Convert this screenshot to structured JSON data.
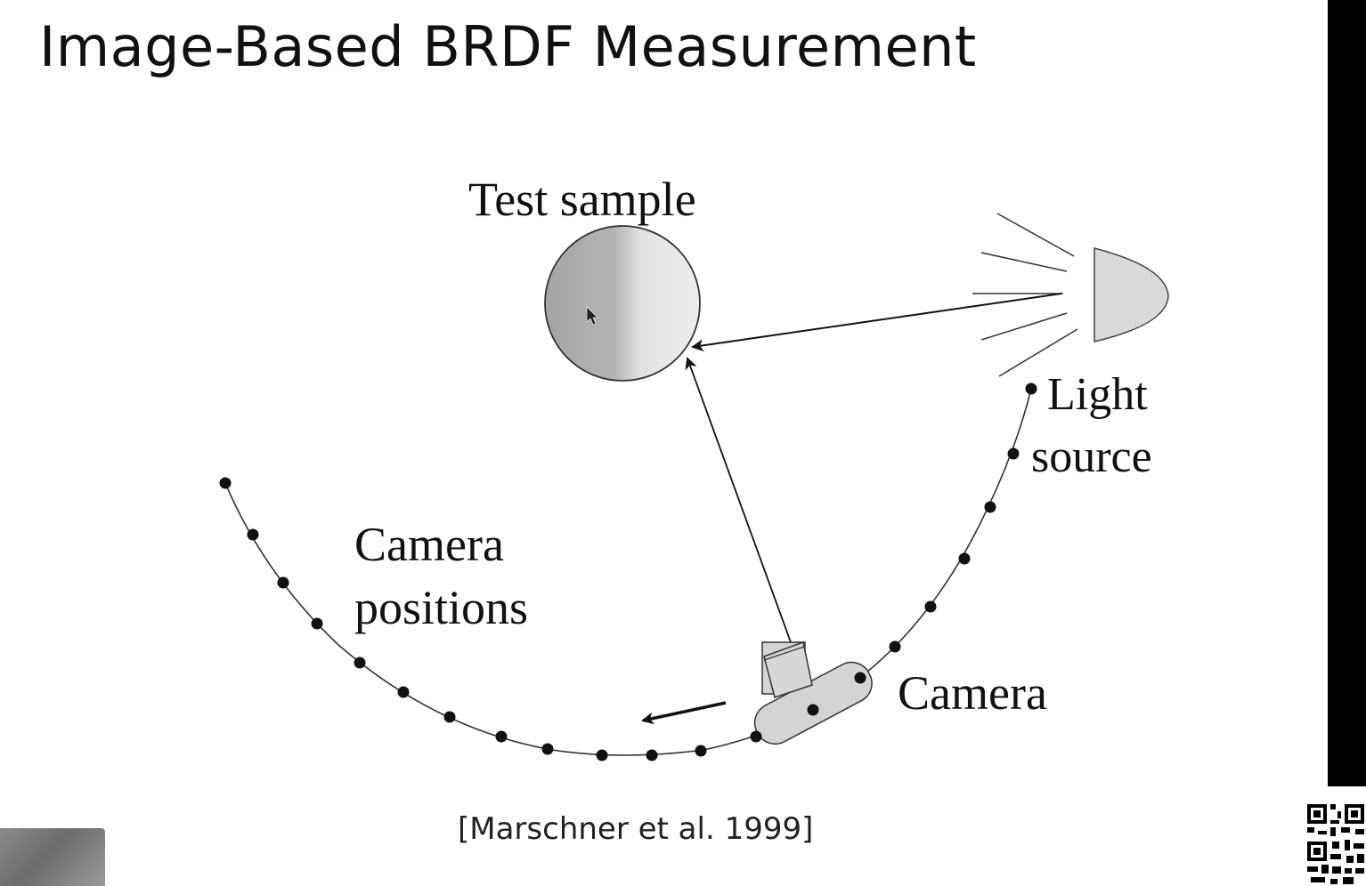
{
  "slide": {
    "title": "Image-Based BRDF Measurement",
    "citation": "[Marschner et al. 1999]"
  },
  "diagram": {
    "labels": {
      "test_sample": "Test sample",
      "light_line1": "Light",
      "light_line2": "source",
      "camera_positions_line1": "Camera",
      "camera_positions_line2": "positions",
      "camera": "Camera"
    },
    "colors": {
      "sphere_dark": "#9c9c9c",
      "sphere_light": "#ececec",
      "lamp_fill": "#d9d9d9",
      "camera_fill": "#d4d4d4",
      "ink": "#111111"
    }
  },
  "overlay": {
    "qr_icon": "qr-code-icon",
    "webcam": "presenter-webcam-thumbnail"
  }
}
